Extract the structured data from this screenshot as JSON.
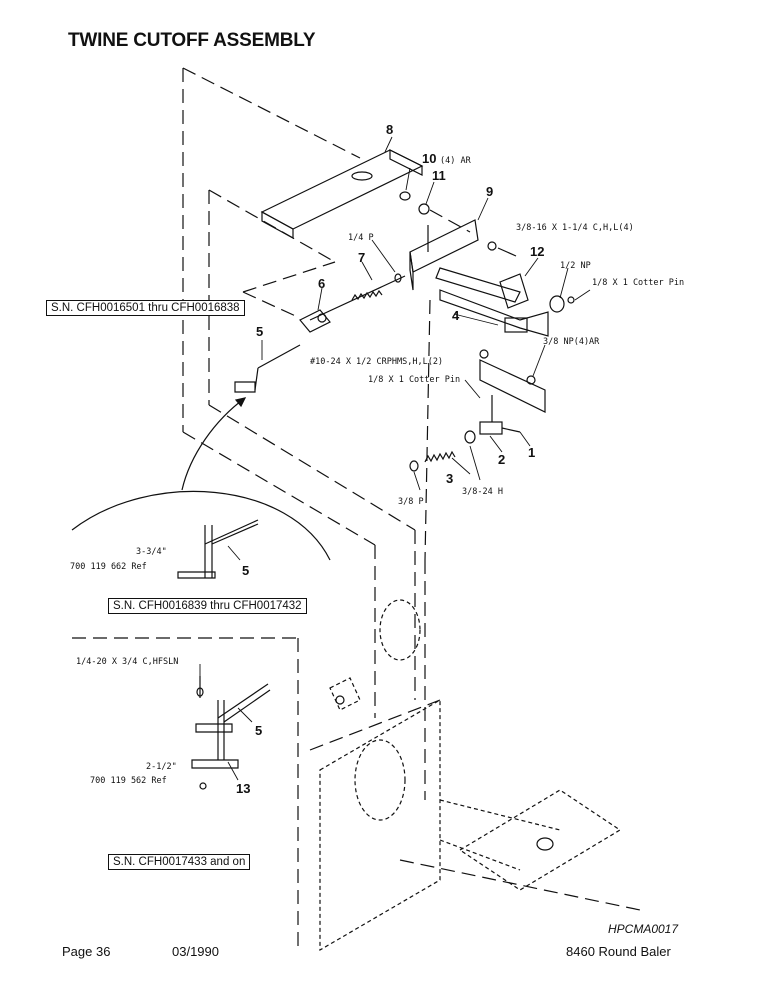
{
  "page_title": "TWINE CUTOFF ASSEMBLY",
  "serial_boxes": [
    "S.N. CFH0016501 thru CFH0016838",
    "S.N. CFH0016839 thru CFH0017432",
    "S.N. CFH0017433  and on"
  ],
  "callouts": {
    "n1": "1",
    "n2": "2",
    "n3": "3",
    "n4": "4",
    "n5a": "5",
    "n5b": "5",
    "n5c": "5",
    "n6": "6",
    "n7": "7",
    "n8": "8",
    "n9": "9",
    "n10": "10",
    "n10b": "(4) AR",
    "n11": "11",
    "n12": "12",
    "n13": "13"
  },
  "hardware_labels": {
    "bolt_3816": "3/8-16 X 1-1/4 C,H,L(4)",
    "nut_12np": "1/2 NP",
    "pin_top": "1/8 X 1 Cotter Pin",
    "nut_14p": "1/4 P",
    "nut_38np": "3/8 NP(4)AR",
    "screw_10_24": "#10-24 X 1/2 CRPHMS,H,L(2)",
    "pin_mid": "1/8 X 1 Cotter Pin",
    "nut_38p": "3/8 P",
    "nut_3824": "3/8-24 H",
    "dim_334": "3-3/4\"",
    "ref_662": "700 119 662 Ref",
    "bolt_1420": "1/4-20 X 3/4 C,HFSLN",
    "dim_212": "2-1/2\"",
    "ref_562": "700 119 562 Ref"
  },
  "footer": {
    "page": "Page 36",
    "date": "03/1990",
    "model": "8460 Round Baler",
    "drawing_code": "HPCMA0017"
  }
}
